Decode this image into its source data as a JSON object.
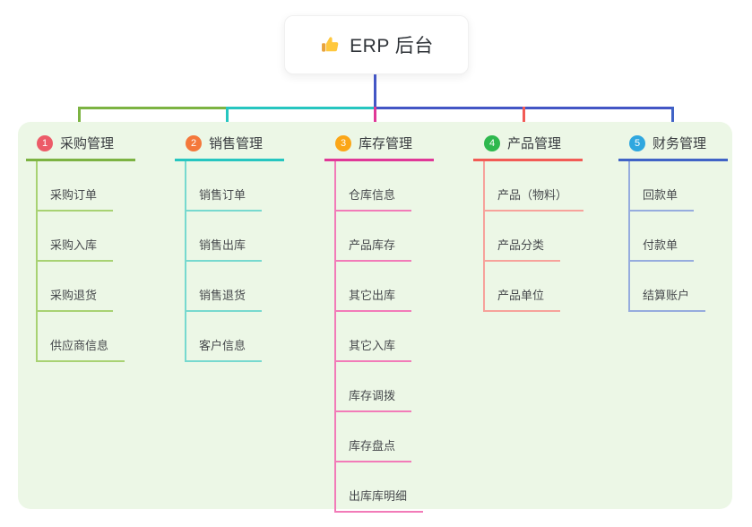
{
  "root": {
    "icon": "thumbs-up",
    "title": "ERP 后台"
  },
  "colors": {
    "canvas_bg": "#ecf7e6",
    "root_connector": "#4356c5",
    "emoji_hand": "#ffc83d",
    "emoji_cuff": "#e8a33d"
  },
  "branches": [
    {
      "badge": "1",
      "title": "采购管理",
      "badge_color": "#ec5b68",
      "line_color": "#7cb342",
      "light_color": "#a8d273",
      "children": [
        "采购订单",
        "采购入库",
        "采购退货",
        "供应商信息"
      ]
    },
    {
      "badge": "2",
      "title": "销售管理",
      "badge_color": "#f4783b",
      "line_color": "#26c6c0",
      "light_color": "#77d9cf",
      "children": [
        "销售订单",
        "销售出库",
        "销售退货",
        "客户信息"
      ]
    },
    {
      "badge": "3",
      "title": "库存管理",
      "badge_color": "#fba617",
      "line_color": "#e03897",
      "light_color": "#f27bb8",
      "children": [
        "仓库信息",
        "产品库存",
        "其它出库",
        "其它入库",
        "库存调拨",
        "库存盘点",
        "出库库明细"
      ]
    },
    {
      "badge": "4",
      "title": "产品管理",
      "badge_color": "#2eb84e",
      "line_color": "#f25b55",
      "light_color": "#f7a29b",
      "children": [
        "产品（物料）",
        "产品分类",
        "产品单位"
      ]
    },
    {
      "badge": "5",
      "title": "财务管理",
      "badge_color": "#2fa7df",
      "line_color": "#4063c6",
      "light_color": "#96acde",
      "children": [
        "回款单",
        "付款单",
        "结算账户"
      ]
    }
  ]
}
